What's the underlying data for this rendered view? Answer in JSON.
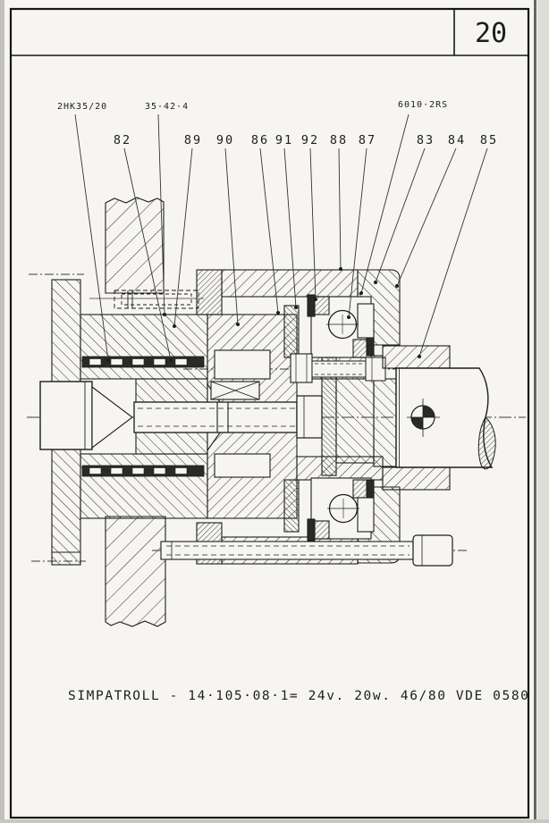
{
  "page": {
    "number": "20"
  },
  "labels": {
    "needle_bearing": "2HK35/20",
    "thrust_bearing": "35·42·4",
    "ball_bearing": "6010·2RS"
  },
  "part_numbers": [
    "82",
    "89",
    "90",
    "86",
    "91",
    "92",
    "88",
    "87",
    "83",
    "84",
    "85"
  ],
  "caption": "SIMPATROLL - 14·105·08·1= 24v. 20w. 46/80 VDE  0580"
}
